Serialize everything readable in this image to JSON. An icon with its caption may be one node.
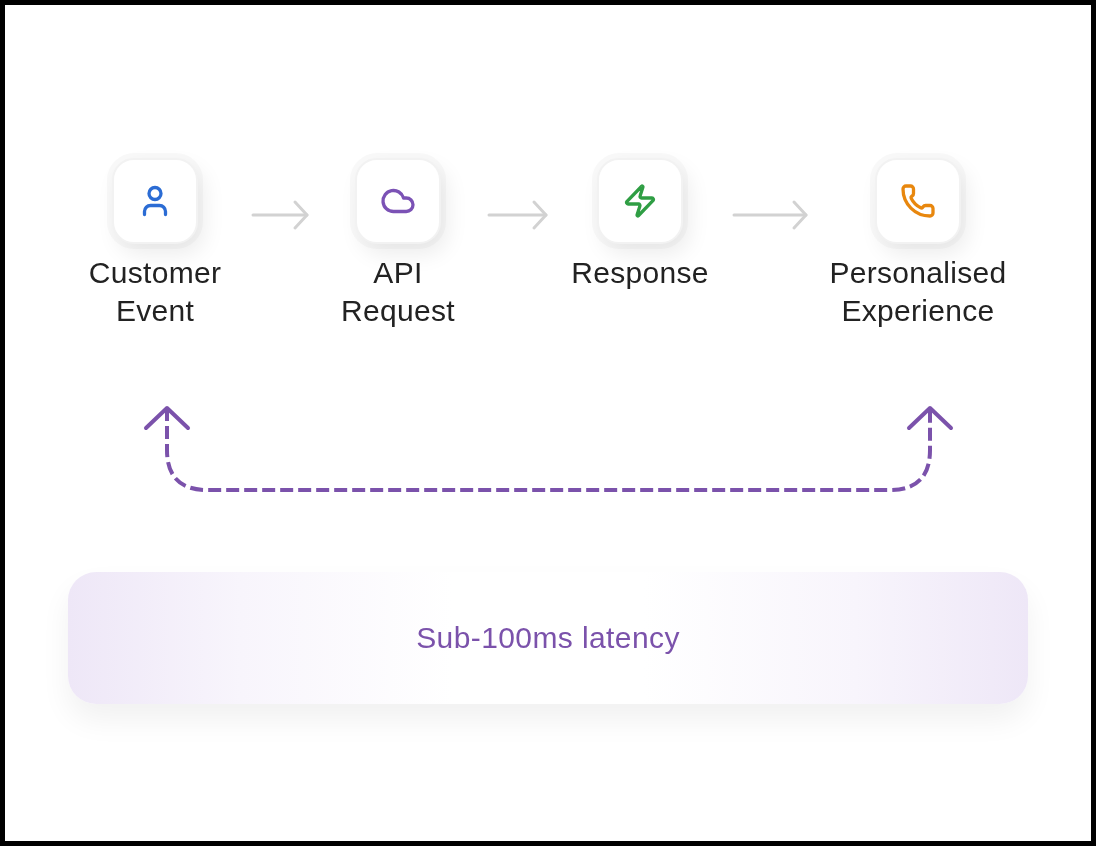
{
  "diagram": {
    "nodes": [
      {
        "text": [
          "Customer Event"
        ]
      },
      {
        "text": [
          "API Request"
        ]
      },
      {
        "text": [
          "Response"
        ]
      },
      {
        "text": [
          "Personalised Experience"
        ]
      },
      {
        "text": [
          "Sub-100ms latency"
        ]
      }
    ],
    "edges": [
      {
        "from": 0,
        "to": 1,
        "arrow": "to"
      },
      {
        "from": 1,
        "to": 2,
        "arrow": "to"
      },
      {
        "from": 2,
        "to": 3,
        "arrow": "to"
      },
      {
        "from": 0,
        "to": 3,
        "arrow": "both",
        "style": "dashed",
        "color": "#7b52ab"
      }
    ]
  }
}
